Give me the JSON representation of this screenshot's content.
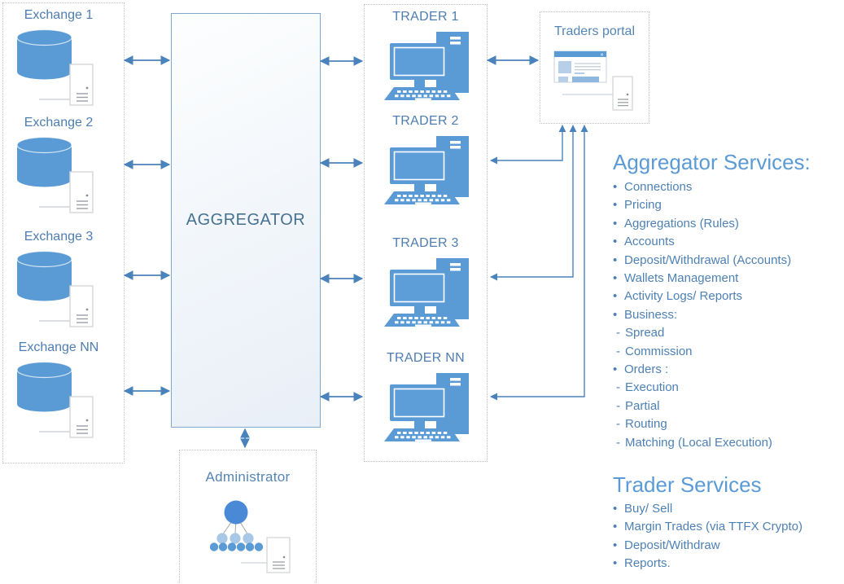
{
  "exchanges": {
    "items": [
      {
        "label": "Exchange 1"
      },
      {
        "label": "Exchange 2"
      },
      {
        "label": "Exchange 3"
      },
      {
        "label": "Exchange NN"
      }
    ]
  },
  "aggregator": {
    "label": "AGGREGATOR"
  },
  "traders": {
    "items": [
      {
        "label": "TRADER 1"
      },
      {
        "label": "TRADER 2"
      },
      {
        "label": "TRADER 3"
      },
      {
        "label": "TRADER NN"
      }
    ]
  },
  "traders_portal": {
    "label": "Traders portal"
  },
  "administrator": {
    "label": "Administrator"
  },
  "aggregator_services": {
    "title": "Aggregator Services:",
    "items": [
      {
        "marker": "•",
        "text": "Connections",
        "type": "bullet"
      },
      {
        "marker": "•",
        "text": "Pricing",
        "type": "bullet"
      },
      {
        "marker": "•",
        "text": "Aggregations (Rules)",
        "type": "bullet"
      },
      {
        "marker": "•",
        "text": "Accounts",
        "type": "bullet"
      },
      {
        "marker": "•",
        "text": "Deposit/Withdrawal (Accounts)",
        "type": "bullet"
      },
      {
        "marker": "•",
        "text": "Wallets Management",
        "type": "bullet"
      },
      {
        "marker": "•",
        "text": "Activity Logs/ Reports",
        "type": "bullet"
      },
      {
        "marker": "•",
        "text": "Business:",
        "type": "bullet"
      },
      {
        "marker": "-",
        "text": "Spread",
        "type": "dash"
      },
      {
        "marker": "-",
        "text": "Commission",
        "type": "dash"
      },
      {
        "marker": "•",
        "text": "Orders :",
        "type": "bullet"
      },
      {
        "marker": "-",
        "text": "Execution",
        "type": "dash"
      },
      {
        "marker": "-",
        "text": "Partial",
        "type": "dash"
      },
      {
        "marker": "-",
        "text": "Routing",
        "type": "dash"
      },
      {
        "marker": "-",
        "text": "Matching (Local Execution)",
        "type": "dash"
      }
    ]
  },
  "trader_services": {
    "title": "Trader Services",
    "items": [
      {
        "marker": "•",
        "text": "Buy/ Sell",
        "type": "bullet"
      },
      {
        "marker": "•",
        "text": "Margin Trades (via TTFX Crypto)",
        "type": "bullet"
      },
      {
        "marker": "•",
        "text": "Deposit/Withdraw",
        "type": "bullet"
      },
      {
        "marker": "•",
        "text": "Reports.",
        "type": "bullet"
      }
    ]
  },
  "colors": {
    "icon_blue": "#5B9BD5",
    "icon_blue_dark": "#4A89D6",
    "icon_blue_light": "#A9C7E6",
    "arrow": "#4A82BC",
    "heading_text": "#5B9BD5",
    "list_text": "#4E81B4",
    "node_label_text": "#4E7DB1",
    "aggregator_text": "#45718F",
    "box_border": "#7FA8CE",
    "dotted_border": "#BFBFBF"
  }
}
